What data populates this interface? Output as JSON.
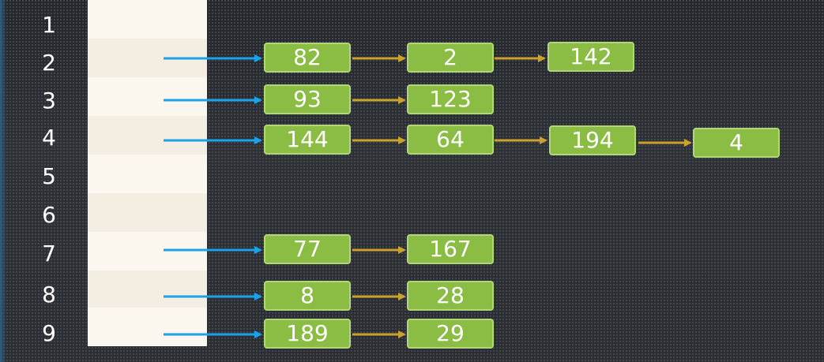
{
  "row_labels": [
    "1",
    "2",
    "3",
    "4",
    "5",
    "6",
    "7",
    "8",
    "9"
  ],
  "rows": [
    {
      "label": "1",
      "nodes": []
    },
    {
      "label": "2",
      "nodes": [
        "82",
        "2",
        "142"
      ]
    },
    {
      "label": "3",
      "nodes": [
        "93",
        "123"
      ]
    },
    {
      "label": "4",
      "nodes": [
        "144",
        "64",
        "194",
        "4"
      ]
    },
    {
      "label": "5",
      "nodes": []
    },
    {
      "label": "6",
      "nodes": []
    },
    {
      "label": "7",
      "nodes": [
        "77",
        "167"
      ]
    },
    {
      "label": "8",
      "nodes": [
        "8",
        "28"
      ]
    },
    {
      "label": "9",
      "nodes": [
        "189",
        "29"
      ]
    }
  ],
  "colors": {
    "node_fill": "#8bbd45",
    "node_border": "#b3d67a",
    "pointer_arrow": "#1aa3e8",
    "link_arrow": "#c9a12d",
    "bucket_light": "#fbf7ef",
    "bucket_dark": "#f4eee2"
  }
}
